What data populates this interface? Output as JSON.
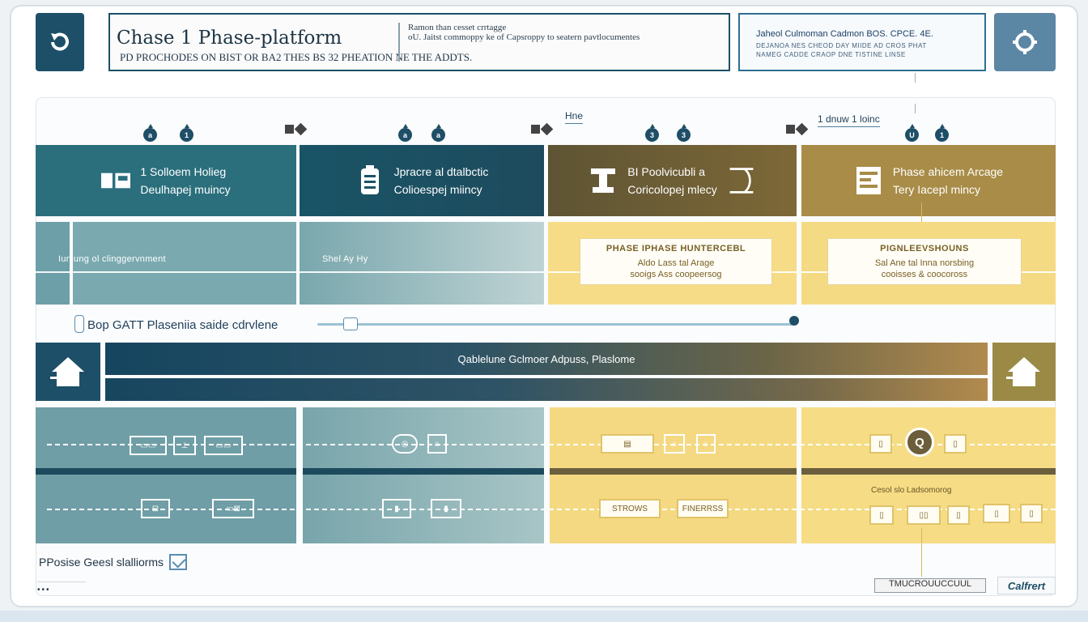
{
  "header": {
    "title": "Chase 1 Phase-platform",
    "subtitle": "PD PROCHODES ON BIST OR BA2 THES BS 32 PHEATION NE THE ADDTS.",
    "title_note_l1": "Ramon than cesset crrtagge",
    "title_note_l2": "oU. Jaitst commoppy ke of Capsroppy to seatern pavtlocumentes",
    "info_l1": "Jaheol Culmoman Cadmon BOS. CPCE. 4E.",
    "info_l2": "DEJANOA NES CHEOD DAY MIIDE AD CROS PHAT",
    "info_l3": "NAMEG CADDE CRAOP DNE TISTINE LINSE"
  },
  "lane_labels": {
    "left": "Hne",
    "right": "1 dnuw 1 loinc"
  },
  "markers": [
    "a",
    "1",
    "a",
    "a",
    "3",
    "3",
    "U",
    "1"
  ],
  "phases": [
    {
      "line1": "1 Solloem Holieg",
      "line2": "Deulhapej muincy",
      "sub": "Iunlung ol clinggervnment"
    },
    {
      "line1": "Jpracre al dtalbctic",
      "line2": "Colioespej miincy",
      "sub": "Shel Ay Hy"
    },
    {
      "line1": "BI Poolvicubli a",
      "line2": "Coricolopej mlecy",
      "card_title": "PHASE IPHASE HUNTERCEBL",
      "card_l2": "Aldo  Lass  tal Arage",
      "card_l3": "sooigs  Ass  coopeersog"
    },
    {
      "line1": "Phase ahicem Arcage",
      "line2": "Tery Iacepl mincy",
      "card_title": "PIGNLEEVSHOUNS",
      "card_l2": "Sal Ane  tal  Inna norsbing",
      "card_l3": "cooisses  &  coocoross"
    }
  ],
  "timeline": {
    "label": "Bop  GATT Plaseniia saide cdrvlene"
  },
  "platform": {
    "banner": "Qablelune Gclmoer Adpuss, Plaslome"
  },
  "lane_nodes": {
    "l3_a": "STROWS",
    "l3_b": "FINERRSS",
    "l4_caption": "Cesol slo Ladsomorog",
    "l4_badge": "Q"
  },
  "footer": {
    "legend": "PPosise Geesl slalliorms",
    "corner": "•••",
    "chip": "TMUCROUUCCUUL",
    "brand": "Calfrert"
  }
}
